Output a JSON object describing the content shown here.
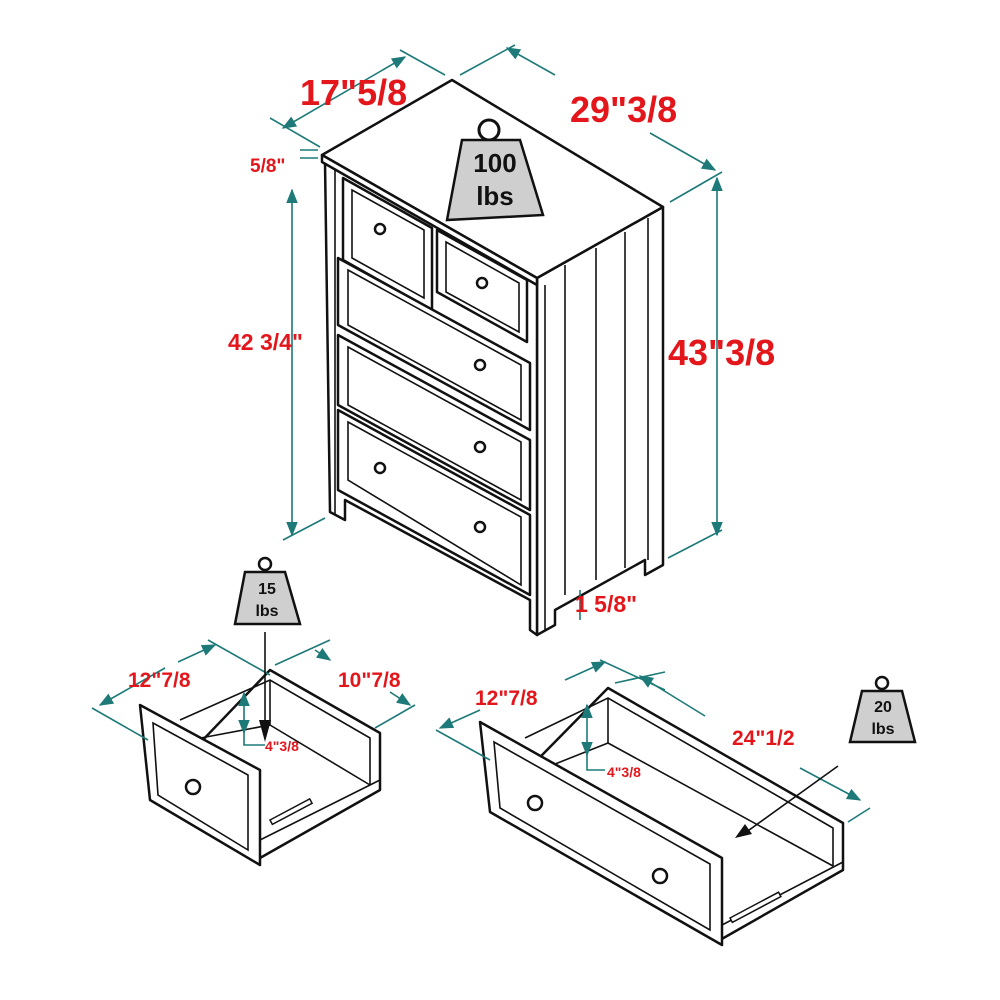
{
  "colors": {
    "dimension_text": "#e3161c",
    "dimension_line": "#1d7a78",
    "outline": "#111111",
    "weight_fill": "#cfcfcf"
  },
  "chest": {
    "depth": "17\"5/8",
    "width": "29\"3/8",
    "top_thickness": "5/8\"",
    "height_inner": "42 3/4\"",
    "height_total": "43\"3/8",
    "leg_height": "1 5/8\"",
    "weight": {
      "value": "100",
      "unit": "lbs",
      "icon": "weight-icon"
    }
  },
  "small_drawer": {
    "width": "12\"7/8",
    "depth": "10\"7/8",
    "height": "4\"3/8",
    "weight": {
      "value": "15",
      "unit": "lbs",
      "icon": "weight-icon"
    }
  },
  "large_drawer": {
    "width": "12\"7/8",
    "depth": "24\"1/2",
    "height": "4\"3/8",
    "weight": {
      "value": "20",
      "unit": "lbs",
      "icon": "weight-icon"
    }
  }
}
